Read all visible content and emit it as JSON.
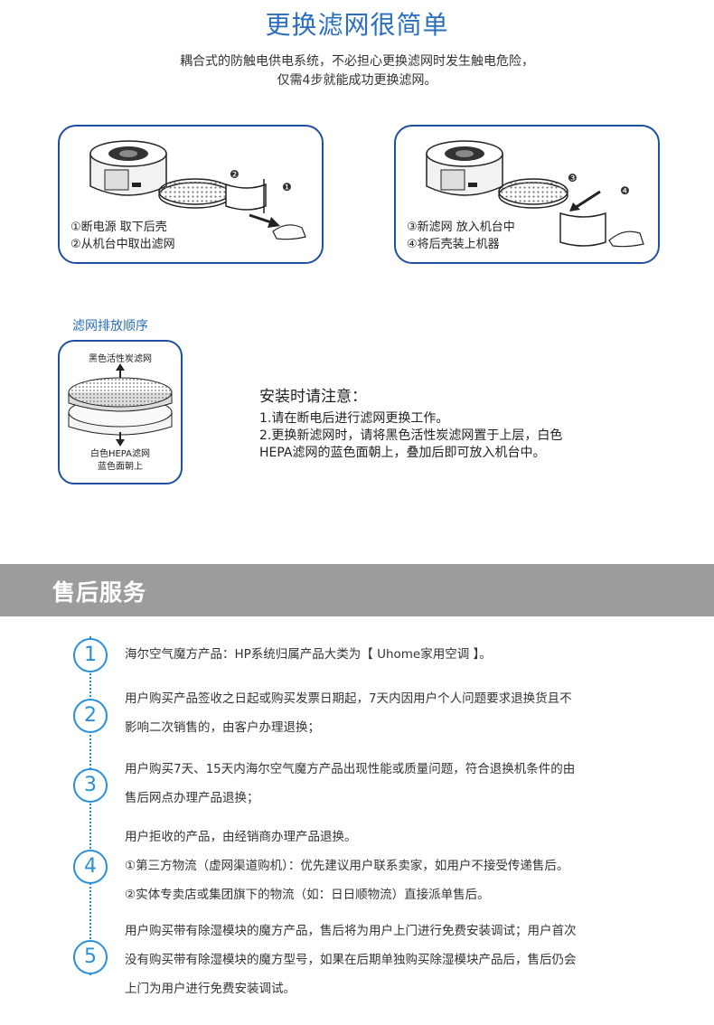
{
  "header": {
    "title": "更换滤网很简单",
    "subtitle_lines": [
      "耦合式的防触电供电系统，不必担心更换滤网时发生触电危险，",
      "仅需4步就能成功更换滤网。"
    ]
  },
  "steps": [
    {
      "lines": [
        "①断电源 取下后壳",
        "②从机台中取出滤网"
      ],
      "badges": [
        "❷",
        "❶"
      ]
    },
    {
      "lines": [
        "③新滤网 放入机台中",
        "④将后壳装上机器"
      ],
      "badges": [
        "❸",
        "❹"
      ]
    }
  ],
  "filter_order": {
    "title": "滤网排放顺序",
    "top_label": "黑色活性炭滤网",
    "bottom_lines": [
      "白色HEPA滤网",
      "蓝色面朝上"
    ]
  },
  "notice": {
    "title": "安装时请注意：",
    "lines": [
      "1.请在断电后进行滤网更换工作。",
      "2.更换新滤网时，请将黑色活性炭滤网置于上层，白色",
      "HEPA滤网的蓝色面朝上，叠加后即可放入机台中。"
    ]
  },
  "service": {
    "title": "售后服务",
    "items": [
      {
        "num": "1",
        "lines": [
          "海尔空气魔方产品：HP系统归属产品大类为【 Uhome家用空调 】。"
        ]
      },
      {
        "num": "2",
        "lines": [
          "用户购买产品签收之日起或购买发票日期起，7天内因用户个人问题要求退换货且不",
          "影响二次销售的，由客户办理退换；"
        ]
      },
      {
        "num": "3",
        "lines": [
          "用户购买7天、15天内海尔空气魔方产品出现性能或质量问题，符合退换机条件的由",
          "售后网点办理产品退换；"
        ]
      },
      {
        "num": "4",
        "lines": [
          "用户拒收的产品，由经销商办理产品退换。",
          "①第三方物流（虚网渠道购机）：优先建议用户联系卖家，如用户不接受传递售后。",
          "②实体专卖店或集团旗下的物流（如：日日顺物流）直接派单售后。"
        ]
      },
      {
        "num": "5",
        "lines": [
          "用户购买带有除湿模块的魔方产品，售后将为用户上门进行免费安装调试；用户首次",
          "没有购买带有除湿模块的魔方型号，如果在后期单独购买除湿模块产品后，售后仍会",
          "上门为用户进行免费安装调试。"
        ]
      }
    ]
  },
  "colors": {
    "accent": "#2a6fbd",
    "border": "#1f4fa0",
    "timeline": "#2a8fd6",
    "bar": "#9c9c9c"
  }
}
